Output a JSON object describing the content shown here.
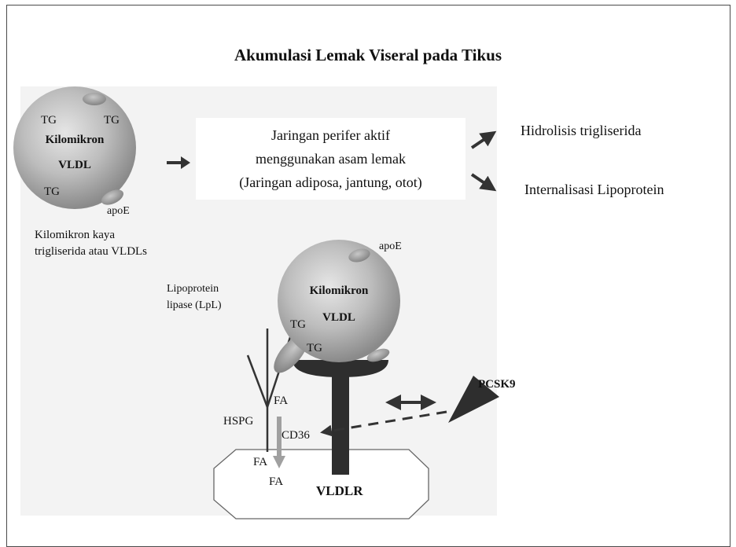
{
  "title": "Akumulasi Lemak Viseral pada Tikus",
  "top_particle": {
    "tg_left": "TG",
    "tg_right": "TG",
    "tg_bottom": "TG",
    "name1": "Kilomikron",
    "name2": "VLDL",
    "apoe": "apoE"
  },
  "particle_caption": {
    "line1": "Kilomikron kaya",
    "line2": "trigliserida atau VLDLs"
  },
  "middle_box": {
    "line1": "Jaringan perifer aktif",
    "line2": "menggunakan asam lemak",
    "line3": "(Jaringan adiposa, jantung, otot)"
  },
  "outcomes": {
    "upper": "Hidrolisis trigliserida",
    "lower": "Internalisasi Lipoprotein"
  },
  "bottom_particle": {
    "apoe": "apoE",
    "name1": "Kilomikron",
    "name2": "VLDL",
    "tg1": "TG",
    "tg2": "TG"
  },
  "lpl_label": {
    "line1": "Lipoprotein",
    "line2": "lipase (LpL)"
  },
  "labels": {
    "fa_upper": "FA",
    "hspg": "HSPG",
    "cd36": "CD36",
    "fa_left": "FA",
    "fa_bottom": "FA",
    "vldlr": "VLDLR",
    "pcsk9": "PCSK9"
  },
  "colors": {
    "sphere_light": "#e2e2e2",
    "sphere_dark": "#8e8e8e",
    "receptor": "#2e2e2e",
    "arrow_dark": "#333333",
    "arrow_gray": "#a0a0a0",
    "panel_bg": "#f3f3f3"
  }
}
